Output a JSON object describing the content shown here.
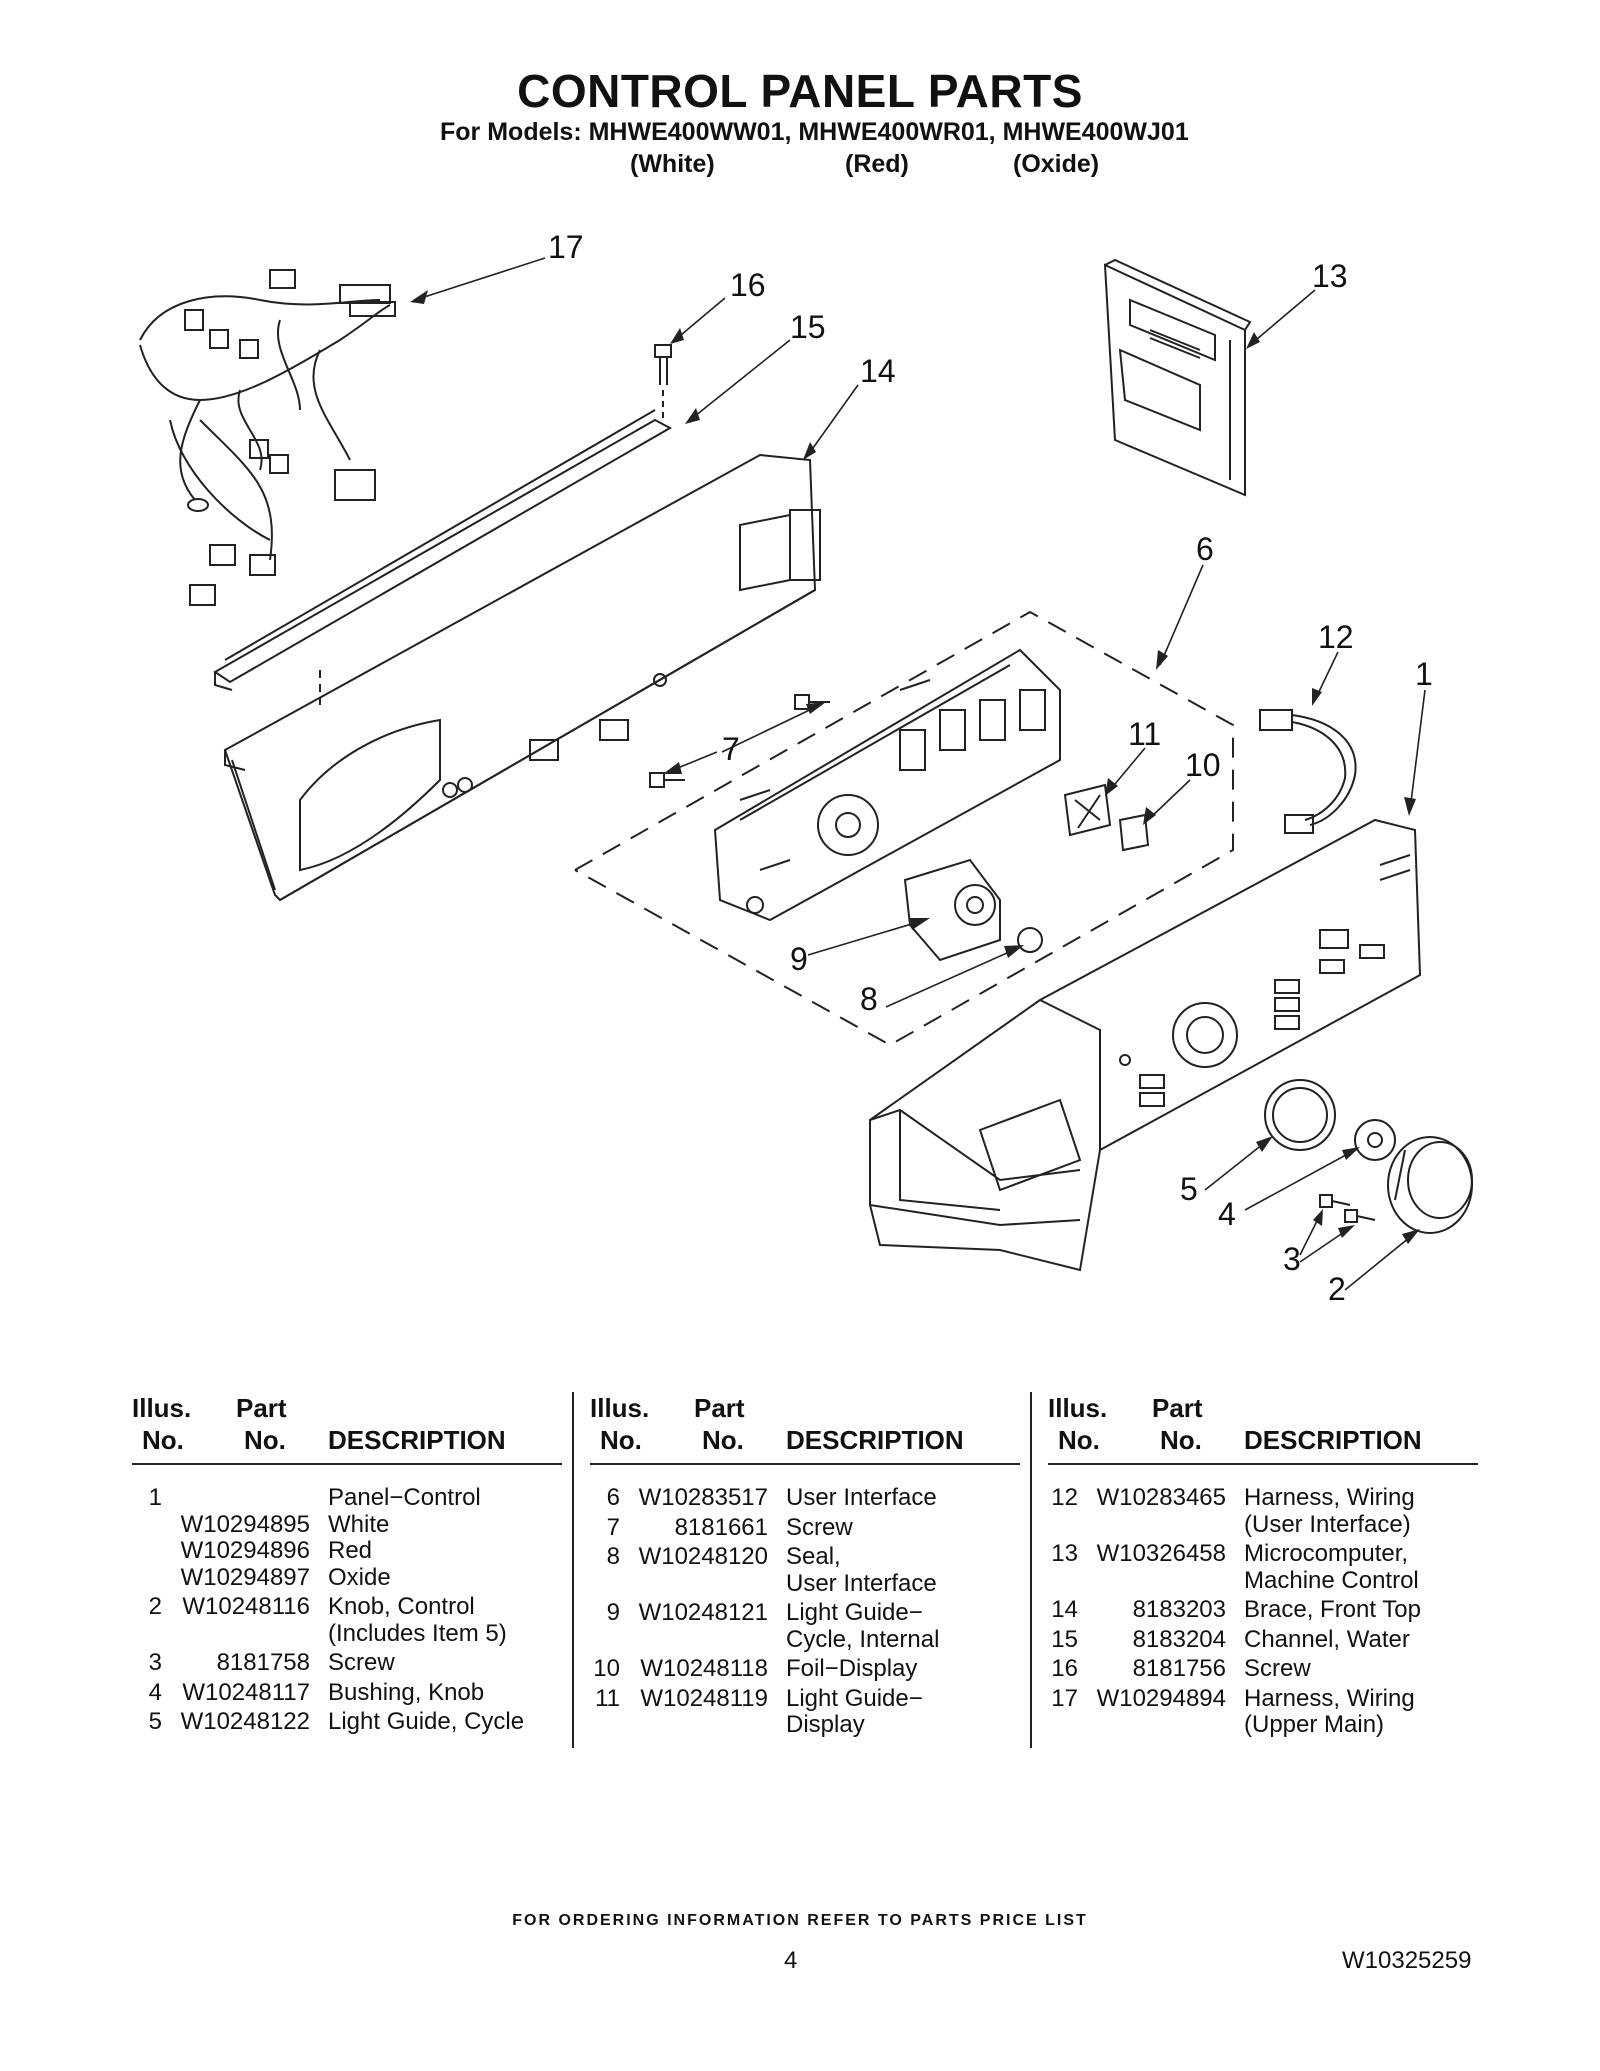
{
  "header": {
    "title": "CONTROL PANEL PARTS",
    "models": "For Models: MHWE400WW01, MHWE400WR01, MHWE400WJ01",
    "colors": [
      "(White)",
      "(Red)",
      "(Oxide)"
    ]
  },
  "callouts": [
    "17",
    "16",
    "15",
    "14",
    "13",
    "6",
    "12",
    "1",
    "7",
    "11",
    "10",
    "9",
    "8",
    "5",
    "4",
    "3",
    "2"
  ],
  "table": {
    "headers": {
      "illus_1": "Illus.",
      "illus_2": "No.",
      "part_1": "Part",
      "part_2": "No.",
      "description": "DESCRIPTION"
    },
    "columns": [
      {
        "rows": [
          {
            "illus": "1",
            "part": "",
            "desc": "Panel−Control"
          },
          {
            "illus": "",
            "part": "W10294895",
            "desc": "White"
          },
          {
            "illus": "",
            "part": "W10294896",
            "desc": "Red"
          },
          {
            "illus": "",
            "part": "W10294897",
            "desc": "Oxide"
          },
          {
            "illus": "2",
            "part": "W10248116",
            "desc": "Knob, Control"
          },
          {
            "illus": "",
            "part": "",
            "desc": "(Includes Item 5)"
          },
          {
            "illus": "3",
            "part": "8181758",
            "desc": "Screw"
          },
          {
            "illus": "4",
            "part": "W10248117",
            "desc": "Bushing, Knob"
          },
          {
            "illus": "5",
            "part": "W10248122",
            "desc": "Light Guide, Cycle"
          }
        ]
      },
      {
        "rows": [
          {
            "illus": "6",
            "part": "W10283517",
            "desc": "User Interface"
          },
          {
            "illus": "7",
            "part": "8181661",
            "desc": "Screw"
          },
          {
            "illus": "8",
            "part": "W10248120",
            "desc": "Seal,"
          },
          {
            "illus": "",
            "part": "",
            "desc": "User Interface"
          },
          {
            "illus": "9",
            "part": "W10248121",
            "desc": "Light Guide−"
          },
          {
            "illus": "",
            "part": "",
            "desc": "Cycle, Internal"
          },
          {
            "illus": "10",
            "part": "W10248118",
            "desc": "Foil−Display"
          },
          {
            "illus": "11",
            "part": "W10248119",
            "desc": "Light Guide−"
          },
          {
            "illus": "",
            "part": "",
            "desc": "Display"
          }
        ]
      },
      {
        "rows": [
          {
            "illus": "12",
            "part": "W10283465",
            "desc": "Harness, Wiring"
          },
          {
            "illus": "",
            "part": "",
            "desc": "(User Interface)"
          },
          {
            "illus": "13",
            "part": "W10326458",
            "desc": "Microcomputer,"
          },
          {
            "illus": "",
            "part": "",
            "desc": "Machine Control"
          },
          {
            "illus": "14",
            "part": "8183203",
            "desc": "Brace, Front Top"
          },
          {
            "illus": "15",
            "part": "8183204",
            "desc": "Channel, Water"
          },
          {
            "illus": "16",
            "part": "8181756",
            "desc": "Screw"
          },
          {
            "illus": "17",
            "part": "W10294894",
            "desc": "Harness, Wiring"
          },
          {
            "illus": "",
            "part": "",
            "desc": "(Upper Main)"
          }
        ]
      }
    ]
  },
  "footer": {
    "note": "FOR ORDERING INFORMATION REFER TO PARTS PRICE LIST",
    "page": "4",
    "doc_number": "W10325259"
  }
}
